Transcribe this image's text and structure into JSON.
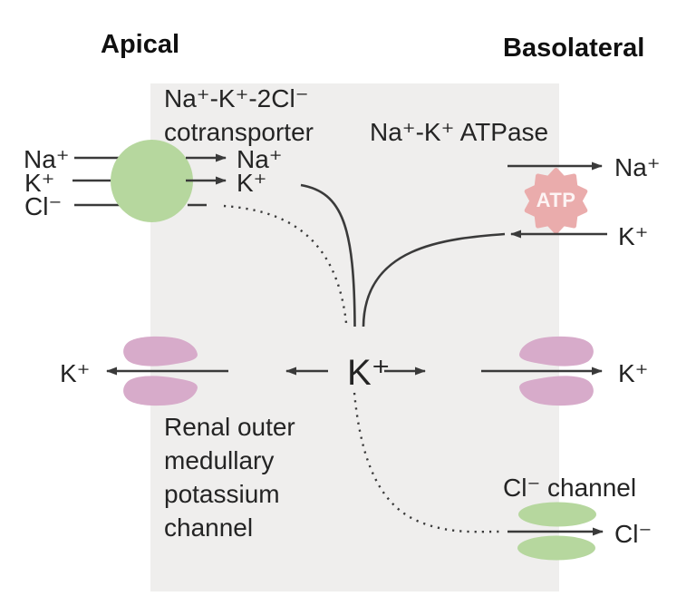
{
  "colors": {
    "cell_fill": "#efeeed",
    "membrane_green": "#b6d79e",
    "channel_pink": "#d7abca",
    "atp_pink": "#eaacac",
    "line": "#3a3a3a"
  },
  "headers": {
    "apical": "Apical",
    "basolateral": "Basolateral"
  },
  "nkcc2": {
    "name": "Na⁺-K⁺-2Cl⁻\ncotransporter",
    "in_na": "Na⁺",
    "in_k": "K⁺",
    "in_cl": "Cl⁻",
    "out_na": "Na⁺",
    "out_k": "K⁺"
  },
  "atpase": {
    "name": "Na⁺-K⁺ ATPase",
    "badge": "ATP",
    "out_na": "Na⁺",
    "in_k": "K⁺"
  },
  "romk": {
    "name": "Renal outer\nmedullary\npotassium\nchannel",
    "k_left": "K⁺",
    "k_center": "K⁺",
    "k_right": "K⁺"
  },
  "cl_channel": {
    "name": "Cl⁻ channel",
    "out_cl": "Cl⁻"
  }
}
